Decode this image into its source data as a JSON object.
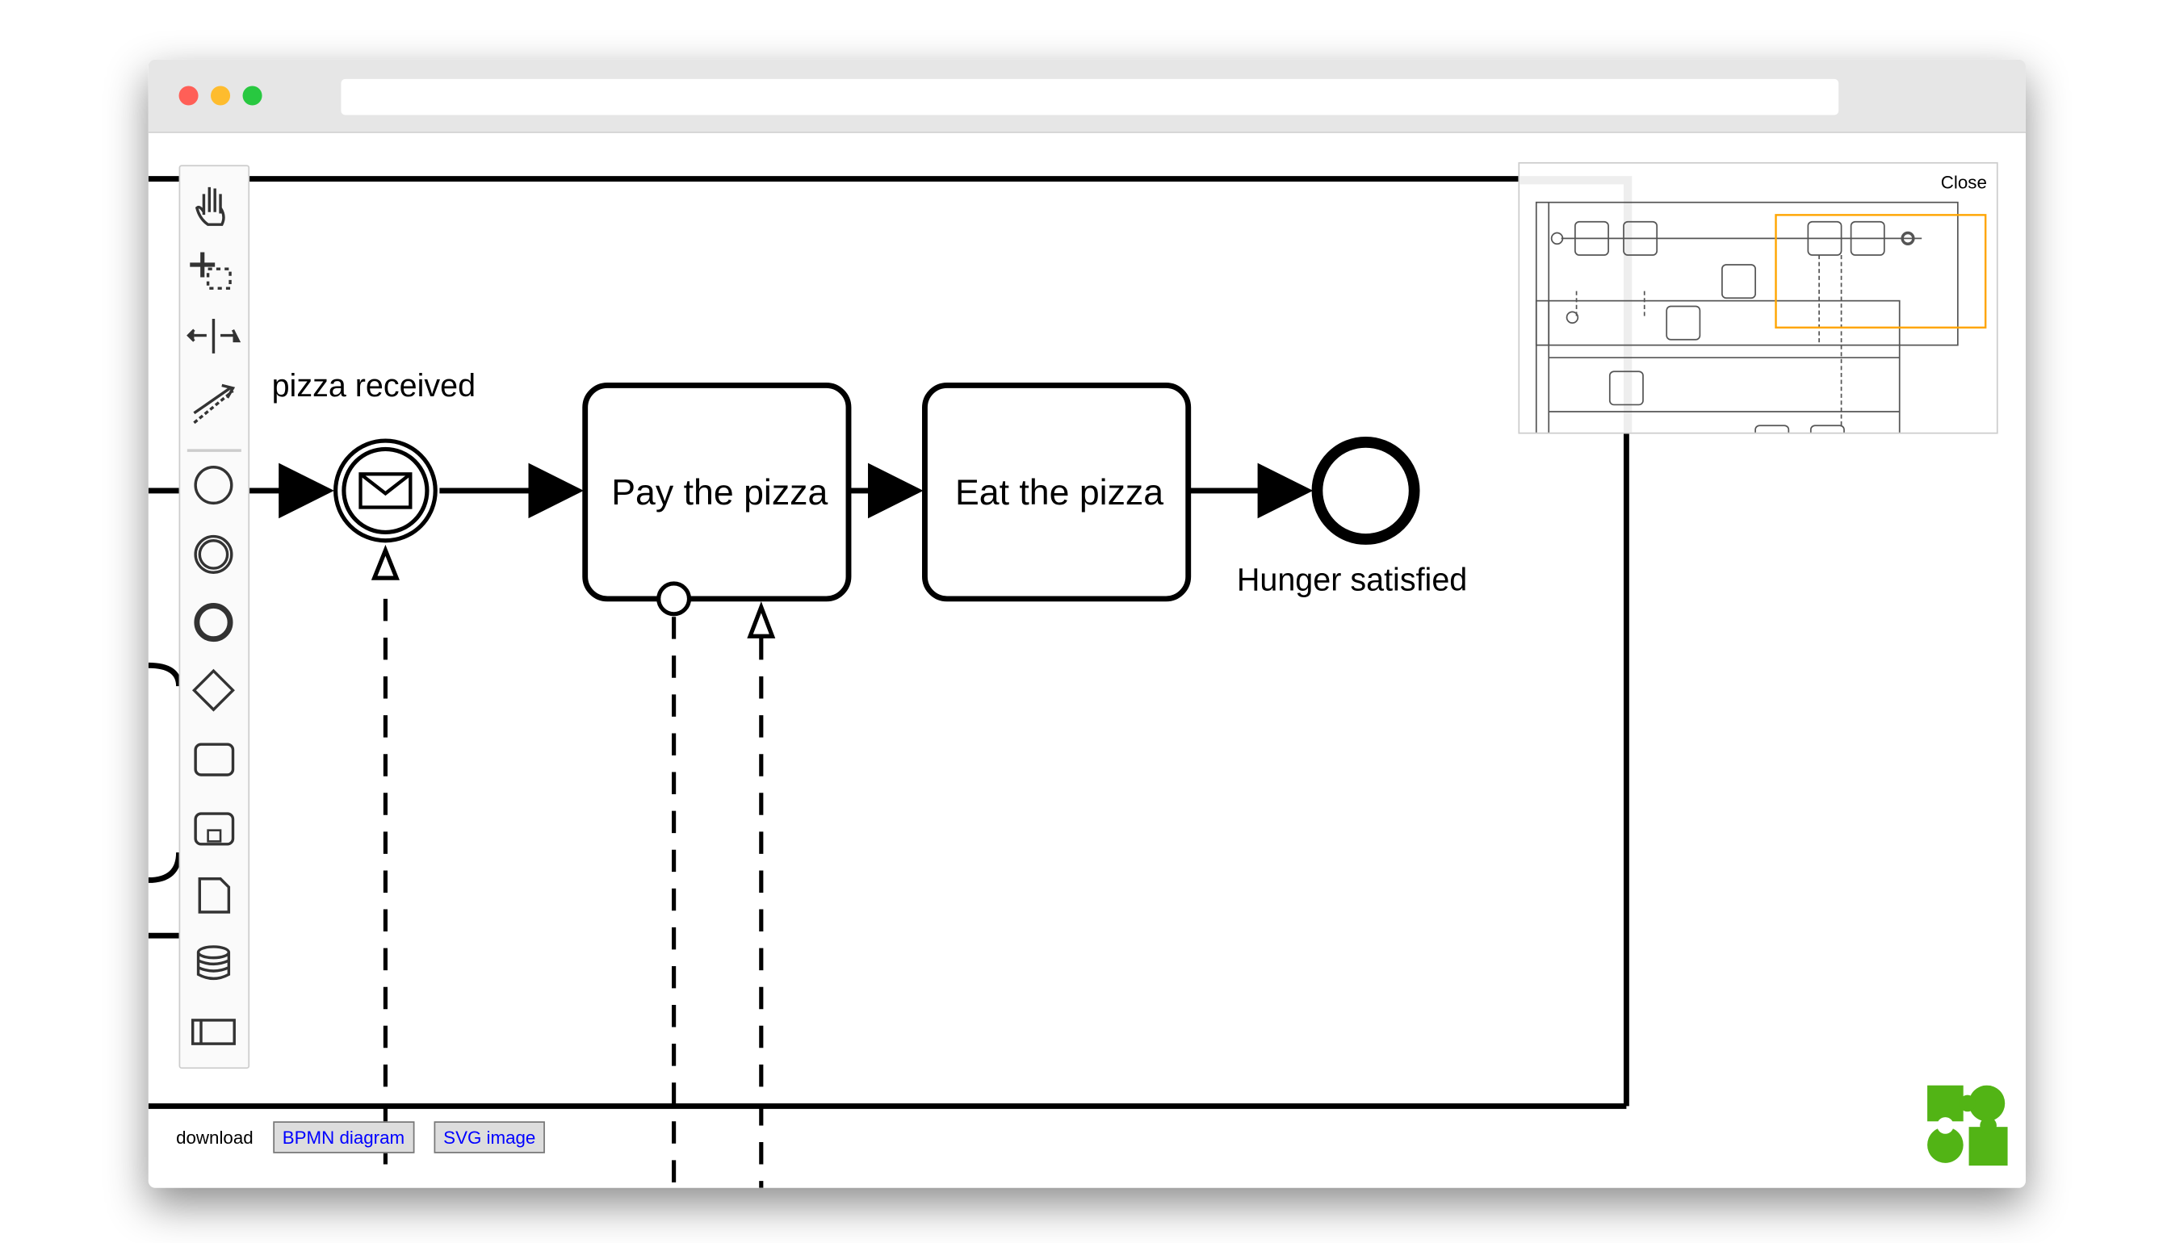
{
  "window": {
    "dots": [
      {
        "name": "close",
        "color": "#ff5f57"
      },
      {
        "name": "minimize",
        "color": "#febc2e"
      },
      {
        "name": "zoom",
        "color": "#28c840"
      }
    ]
  },
  "palette": {
    "tools": [
      "hand-tool",
      "lasso-tool",
      "space-tool",
      "global-connect-tool",
      "start-event",
      "intermediate-event",
      "end-event",
      "gateway",
      "task",
      "subprocess",
      "data-object",
      "data-store",
      "participant"
    ]
  },
  "diagram": {
    "start_event_label": "pizza received",
    "task1": "Pay the pizza",
    "task2": "Eat the pizza",
    "end_event_label": "Hunger satisfied"
  },
  "minimap": {
    "close_label": "Close",
    "viewport_color": "#ffa500"
  },
  "download": {
    "label": "download",
    "bpmn_button": "BPMN diagram",
    "svg_button": "SVG image"
  },
  "logo": {
    "text": "bpmn.io",
    "color": "#52b415"
  }
}
